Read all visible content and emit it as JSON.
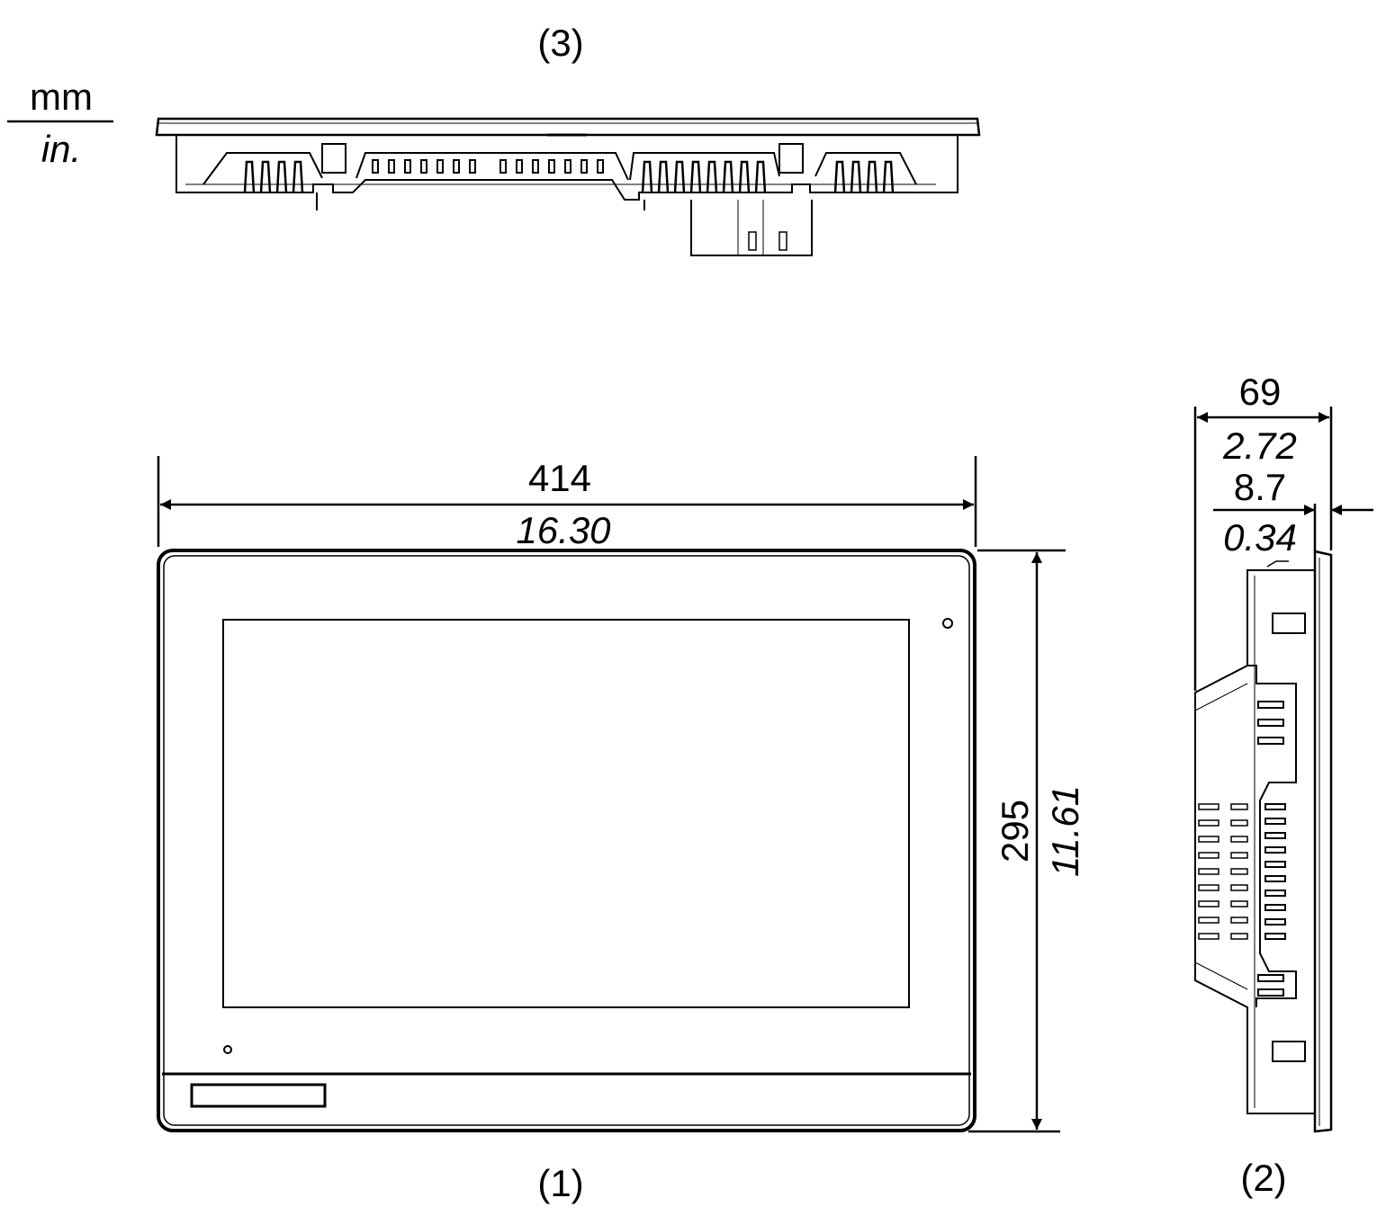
{
  "units": {
    "primary": "mm",
    "secondary": "in."
  },
  "views": {
    "front": "(1)",
    "side": "(2)",
    "top": "(3)"
  },
  "dimensions": {
    "width": {
      "mm": "414",
      "in": "16.30"
    },
    "height": {
      "mm": "295",
      "in": "11.61"
    },
    "depth": {
      "mm": "69",
      "in": "2.72"
    },
    "bezel": {
      "mm": "8.7",
      "in": "0.34"
    }
  },
  "colors": {
    "line": "#000000",
    "background": "#ffffff"
  }
}
